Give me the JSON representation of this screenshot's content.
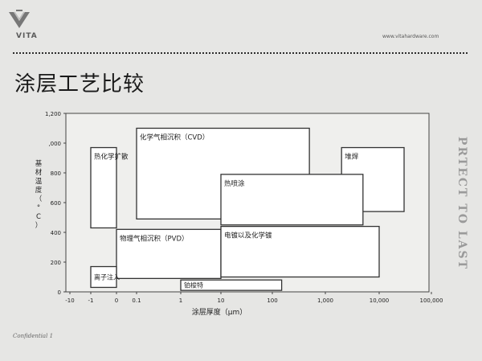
{
  "header": {
    "logo_text": "VITA",
    "website": "www.vitahardware.com",
    "title": "涂层工艺比较"
  },
  "side_text": "PRTECT TO LAST",
  "footer": {
    "text": "Confidential 1"
  },
  "chart_data": {
    "type": "range-box",
    "xlabel": "涂层厚度（μm）",
    "ylabel": "基材温度（°C）",
    "x_tick_labels": [
      "-10",
      "-1",
      "0",
      "0.1",
      "1",
      "10",
      "100",
      "1,000",
      "10,000",
      "100,000"
    ],
    "y_tick_labels": [
      "0",
      "200",
      "400",
      "600",
      "800",
      ",000",
      "1,200"
    ],
    "ylim": [
      0,
      1200
    ],
    "grid": false,
    "processes": [
      {
        "name": "热化学扩散",
        "thickness_range": [
          "-1",
          "0"
        ],
        "temperature_range": [
          430,
          970
        ]
      },
      {
        "name": "化学气相沉积（CVD）",
        "thickness_range": [
          "0.1",
          "500"
        ],
        "temperature_range": [
          490,
          1100
        ]
      },
      {
        "name": "堆焊",
        "thickness_range": [
          "2,000",
          "30,000"
        ],
        "temperature_range": [
          540,
          970
        ]
      },
      {
        "name": "热喷涂",
        "thickness_range": [
          "10",
          "5,000"
        ],
        "temperature_range": [
          450,
          790
        ]
      },
      {
        "name": "物理气相沉积（PVD）",
        "thickness_range": [
          "0",
          "10"
        ],
        "temperature_range": [
          90,
          420
        ]
      },
      {
        "name": "电镀以及化学镀",
        "thickness_range": [
          "10",
          "10,000"
        ],
        "temperature_range": [
          100,
          440
        ]
      },
      {
        "name": "离子注入",
        "thickness_range": [
          "-1",
          "0"
        ],
        "temperature_range": [
          30,
          170
        ]
      },
      {
        "name": "铂梭特",
        "thickness_range": [
          "1",
          "150"
        ],
        "temperature_range": [
          10,
          80
        ]
      }
    ]
  }
}
